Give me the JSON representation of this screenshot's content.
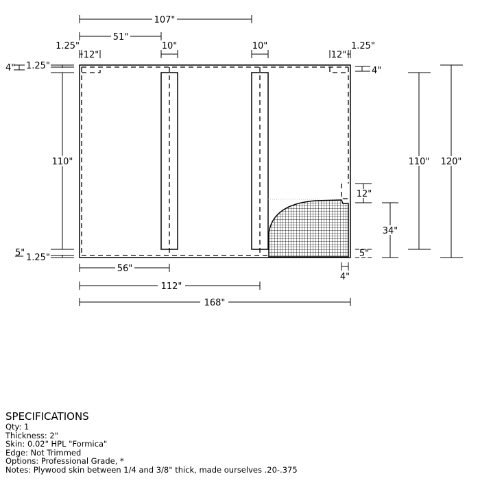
{
  "drawing": {
    "panel": {
      "width_label": "168\"",
      "height_label": "120\""
    },
    "dimensions": {
      "top": {
        "overall_107": "107\"",
        "span_51": "51\"",
        "stud1_width": "10\"",
        "stud2_width": "10\"",
        "corner_left_12": "12\"",
        "corner_right_12": "12\"",
        "edge_left_125": "1.25\"",
        "edge_right_125": "1.25\""
      },
      "left": {
        "inset_4": "4\"",
        "edge_top_125": "1.25\"",
        "height_110": "110\"",
        "inset_5": "5\"",
        "edge_bottom_125": "1.25\""
      },
      "right": {
        "inset_4": "4\"",
        "notch_12": "12\"",
        "cutout_34": "34\"",
        "inset_5": "5\"",
        "height_110": "110\"",
        "height_120": "120\""
      },
      "bottom": {
        "span_56": "56\"",
        "span_112": "112\"",
        "overall_168": "168\"",
        "inset_4": "4\""
      }
    }
  },
  "specifications": {
    "title": "SPECIFICATIONS",
    "qty": "Qty: 1",
    "thickness": "Thickness: 2\"",
    "skin": "Skin: 0.02\" HPL \"Formica\"",
    "edge": "Edge: Not Trimmed",
    "options": "Options: Professional Grade, *",
    "notes": "Notes: Plywood skin between 1/4 and 3/8\" thick, made ourselves .20-.375"
  }
}
